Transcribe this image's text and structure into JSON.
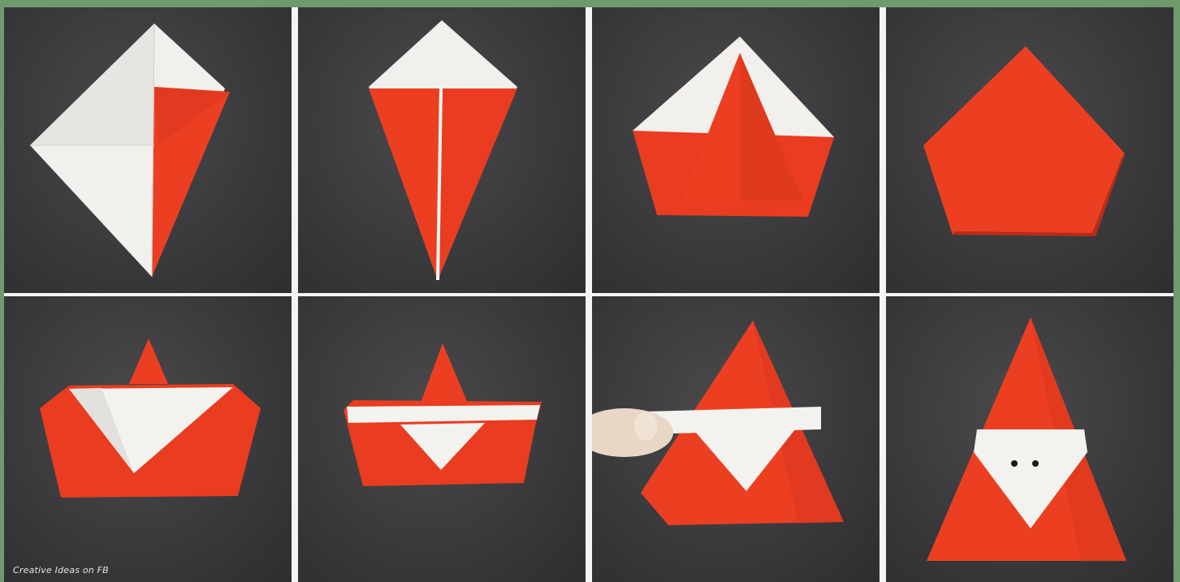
{
  "image": {
    "subject": "origami-santa-step-by-step",
    "colors": {
      "frame": "#6f9a6c",
      "divider": "#f4f4f4",
      "background": "#3a3a3c",
      "paper_red": "#ec3f22",
      "paper_red_dark": "#c9321b",
      "paper_white": "#f3f2ef",
      "eyes": "#1a1a1a"
    },
    "steps": [
      {
        "step": 1
      },
      {
        "step": 2
      },
      {
        "step": 3
      },
      {
        "step": 4
      },
      {
        "step": 5
      },
      {
        "step": 6
      },
      {
        "step": 7
      },
      {
        "step": 8
      }
    ],
    "credit": "Creative Ideas on FB"
  }
}
